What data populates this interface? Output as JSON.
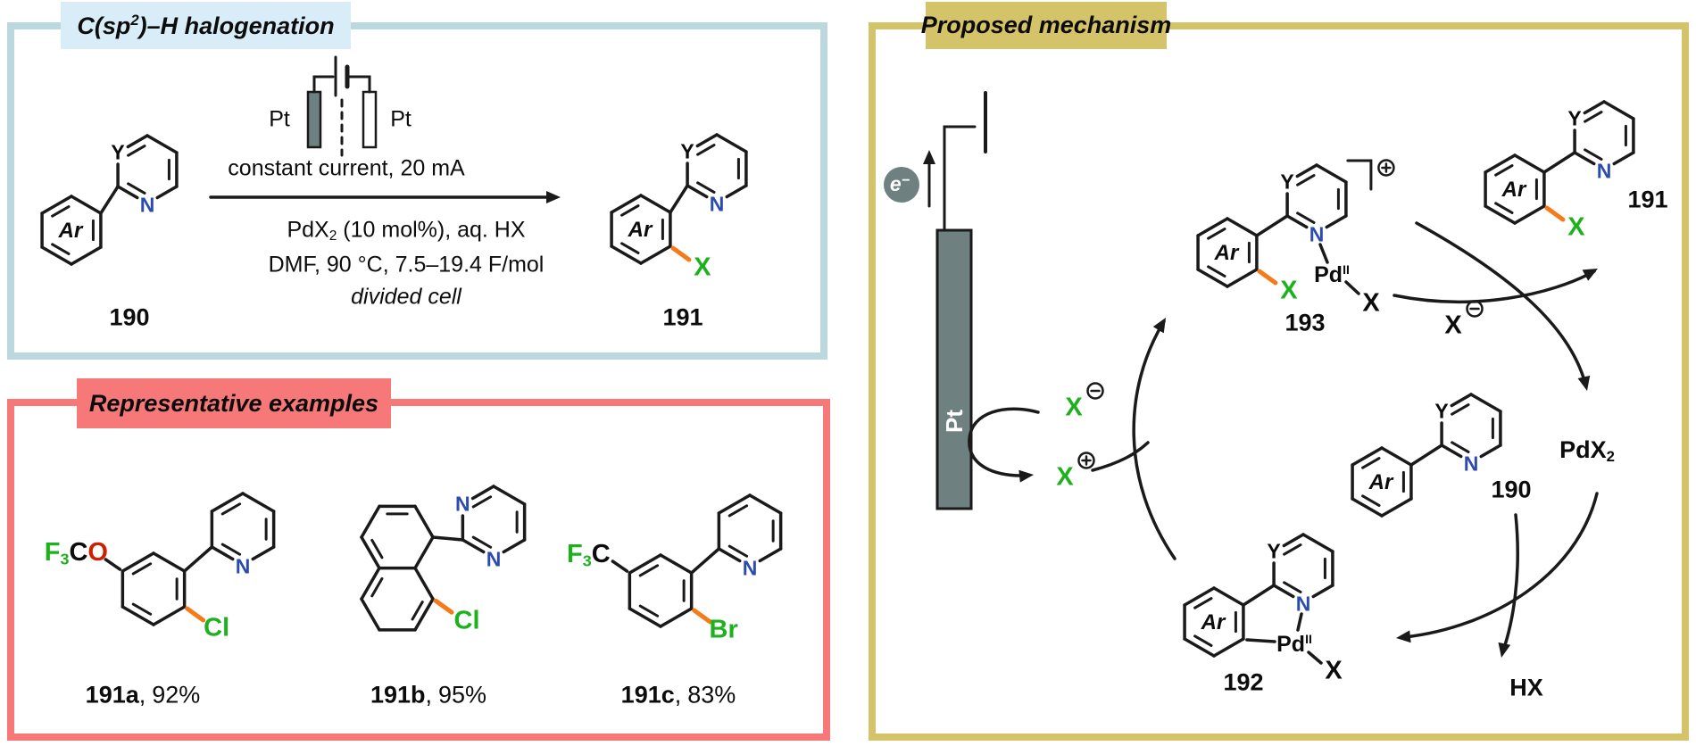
{
  "colors": {
    "nitrogen_blue": "#2b4bad",
    "halogen_green": "#1db21d",
    "new_bond_orange": "#f57a18",
    "oxygen_red": "#cc2000",
    "electrode_gray": "#6f8081",
    "panel_blue_border": "#bad8de",
    "panel_blue_chip": "#d9edf8",
    "panel_red": "#f67878",
    "panel_olive": "#d4c368"
  },
  "atoms": {
    "ar": "Ar",
    "y": "Y",
    "n": "N",
    "x": "X",
    "cl": "Cl",
    "br": "Br",
    "f": "F",
    "three": "3",
    "c": "C",
    "o": "O",
    "pd": "Pd",
    "pd_ox": "II"
  },
  "halogenation_panel": {
    "title": {
      "pre": "C(sp",
      "sup": "2",
      "post": ")–H halogenation"
    },
    "electrode_left": "Pt",
    "electrode_right": "Pt",
    "above_arrow": "constant current, 20 mA",
    "below_arrow_1": {
      "pre": "PdX",
      "sub": "2",
      "post": " (10 mol%), aq. HX"
    },
    "below_arrow_2": "DMF, 90 °C, 7.5–19.4 F/mol",
    "below_arrow_3": "divided cell",
    "reactant_label": "190",
    "product_label": "191"
  },
  "examples_panel": {
    "title": "Representative examples",
    "items": [
      {
        "id": "191a",
        "sep": ",",
        "yield": "92%",
        "halogen": "Cl"
      },
      {
        "id": "191b",
        "sep": ",",
        "yield": "95%",
        "halogen": "Cl"
      },
      {
        "id": "191c",
        "sep": ",",
        "yield": "83%",
        "halogen": "Br"
      }
    ]
  },
  "mechanism_panel": {
    "title": "Proposed mechanism",
    "electron": {
      "base": "e",
      "sup": "−"
    },
    "electrode": "Pt",
    "x_minus": {
      "base": "X",
      "charge": "−"
    },
    "x_plus": {
      "base": "X",
      "charge": "+"
    },
    "x_minus_black": {
      "base": "X",
      "charge": "−"
    },
    "complex_charge": "+",
    "species_193": "193",
    "species_191": "191",
    "species_190": "190",
    "species_192": "192",
    "pdx2": {
      "pre": "PdX",
      "sub": "2"
    },
    "hx": "HX"
  }
}
